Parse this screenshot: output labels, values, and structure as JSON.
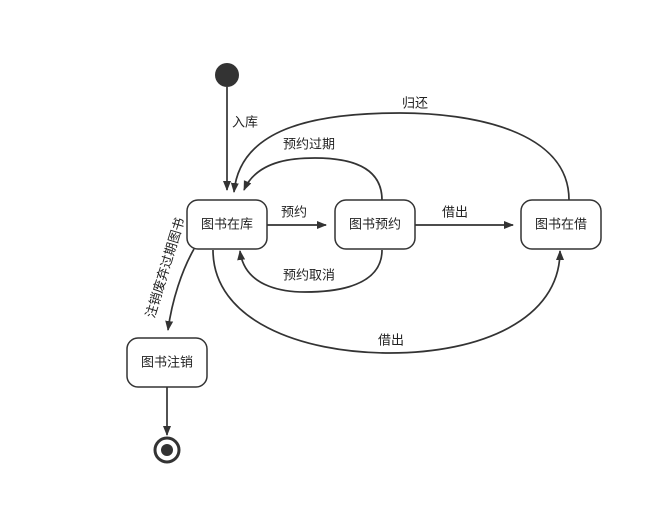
{
  "diagram": {
    "states": {
      "in_stock": "图书在库",
      "reserved": "图书预约",
      "borrowed": "图书在借",
      "cancelled": "图书注销"
    },
    "transitions": {
      "stock_in": "入库",
      "reserve": "预约",
      "reservation_expired": "预约过期",
      "cancel_reservation": "预约取消",
      "borrow_from_reserved": "借出",
      "borrow_from_stock": "借出",
      "return": "归还",
      "deregister": "注销废弃过期图书"
    }
  }
}
